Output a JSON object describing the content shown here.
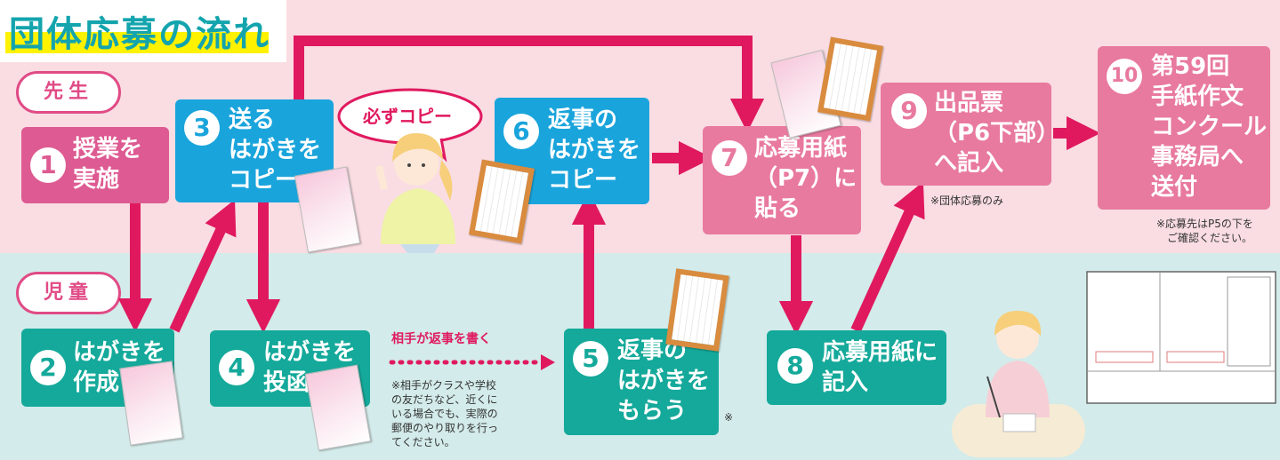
{
  "title": "団体応募の流れ",
  "roles": {
    "teacher": "先生",
    "student": "児童"
  },
  "steps": {
    "s1": {
      "num": "1",
      "label": "授業を\n実施"
    },
    "s2": {
      "num": "2",
      "label": "はがきを\n作成"
    },
    "s3": {
      "num": "3",
      "label": "送る\nはがきを\nコピー"
    },
    "s4": {
      "num": "4",
      "label": "はがきを\n投函"
    },
    "s5": {
      "num": "5",
      "label": "返事の\nはがきを\nもらう"
    },
    "s6": {
      "num": "6",
      "label": "返事の\nはがきを\nコピー"
    },
    "s7": {
      "num": "7",
      "label": "応募用紙\n（P7）に\n貼る"
    },
    "s8": {
      "num": "8",
      "label": "応募用紙に\n記入"
    },
    "s9": {
      "num": "9",
      "label": "出品票\n（P6下部）\nへ記入"
    },
    "s10": {
      "num": "10",
      "label": "第59回\n手紙作文\nコンクール\n事務局へ\n送付"
    }
  },
  "bubble": "必ずコピー",
  "reply_label": "相手が返事を書く",
  "notes": {
    "travel": "※相手がクラスや学校\nの友だちなど、近くに\nいる場合でも、実際の\n郵便のやり取りを行っ\nてください。",
    "group_only": "※団体応募のみ",
    "address": "※応募先はP5の下を\n　ご確認ください。",
    "star": "※"
  },
  "colors": {
    "arrow": "#e0195f",
    "pink_box": "#de5a92",
    "blue_box": "#1aa4dc",
    "teal_box": "#14a99a",
    "title": "#13a4ad",
    "highlight": "#fff200"
  }
}
